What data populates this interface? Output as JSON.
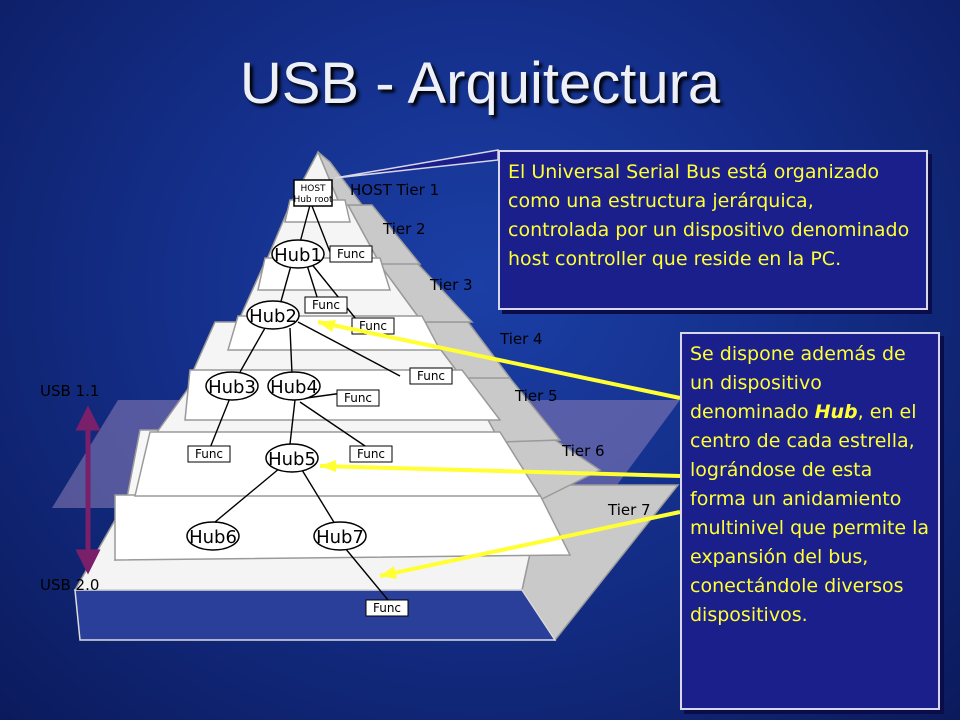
{
  "slide": {
    "title": "USB - Arquitectura",
    "colors": {
      "background": "#142f8a",
      "callout_fill": "#1a1f8c",
      "callout_text": "#ffff33",
      "arrow": "#ffff33",
      "usb_range_arrow": "#7a1f6a"
    }
  },
  "diagram": {
    "host": {
      "line1": "HOST",
      "line2": "Hub root"
    },
    "tiers": [
      "HOST Tier 1",
      "Tier 2",
      "Tier 3",
      "Tier 4",
      "Tier 5",
      "Tier 6",
      "Tier 7"
    ],
    "hubs": [
      "Hub1",
      "Hub2",
      "Hub3",
      "Hub4",
      "Hub5",
      "Hub6",
      "Hub7"
    ],
    "func_label": "Func",
    "usb_labels": {
      "top": "USB 1.1",
      "bottom": "USB 2.0"
    }
  },
  "callouts": {
    "top_text": "El Universal Serial Bus está organizado como una estructura jerárquica, controlada por un dispositivo denominado host controller que reside en la PC.",
    "side_before": "Se dispone  además de un dispositivo denominado ",
    "side_emphasis": "Hub",
    "side_after": ", en el centro de cada estrella, lográndose de esta forma un anidamiento multinivel que permite la expansión del bus, conectándole diversos dispositivos."
  }
}
